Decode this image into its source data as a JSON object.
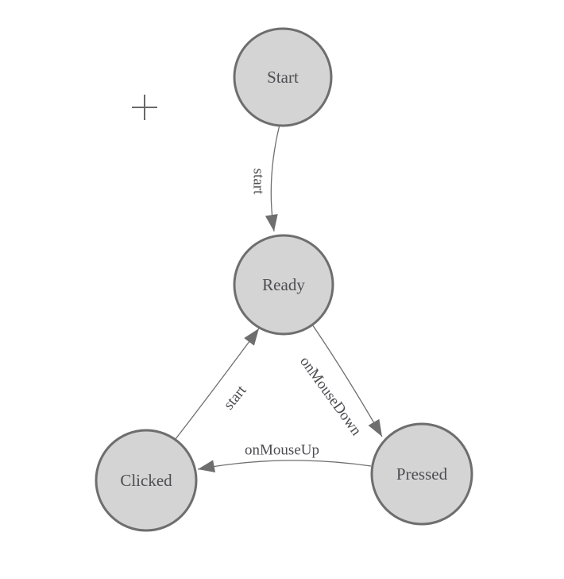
{
  "diagram": {
    "type": "state-machine",
    "background": "#ffffff",
    "colors": {
      "node_fill": "#d4d4d4",
      "node_stroke": "#6e6e6e",
      "edge_stroke": "#6e6e6e",
      "arrow_fill": "#6e6e6e",
      "text_color": "#4d4d52",
      "crosshair_color": "#696969"
    },
    "nodes": [
      {
        "id": "start",
        "label": "Start"
      },
      {
        "id": "ready",
        "label": "Ready"
      },
      {
        "id": "clicked",
        "label": "Clicked"
      },
      {
        "id": "pressed",
        "label": "Pressed"
      }
    ],
    "edges": [
      {
        "from": "start",
        "to": "ready",
        "label": "start"
      },
      {
        "from": "clicked",
        "to": "ready",
        "label": "start"
      },
      {
        "from": "ready",
        "to": "pressed",
        "label": "onMouseDown"
      },
      {
        "from": "pressed",
        "to": "clicked",
        "label": "onMouseUp"
      }
    ]
  }
}
